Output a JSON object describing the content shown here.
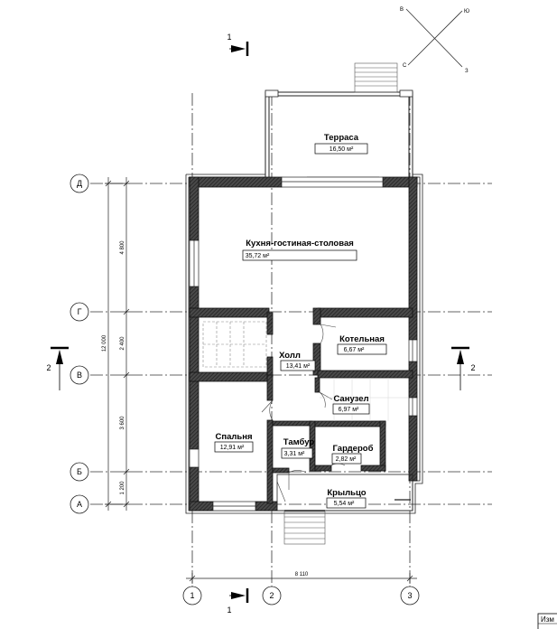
{
  "compass": {
    "n": "С",
    "s": "Ю",
    "w": "З",
    "e": "В"
  },
  "rooms": [
    {
      "id": "terrace",
      "name": "Терраса",
      "area": "16,50 м²"
    },
    {
      "id": "kitchen",
      "name": "Кухня-гостиная-столовая",
      "area": "35,72 м²"
    },
    {
      "id": "boiler",
      "name": "Котельная",
      "area": "6,67 м²"
    },
    {
      "id": "hall",
      "name": "Холл",
      "area": "13,41 м²"
    },
    {
      "id": "bathroom",
      "name": "Санузел",
      "area": "6,97 м²"
    },
    {
      "id": "bedroom",
      "name": "Спальня",
      "area": "12,91 м²"
    },
    {
      "id": "vestibule",
      "name": "Тамбур",
      "area": "3,31 м²"
    },
    {
      "id": "wardrobe",
      "name": "Гардероб",
      "area": "2,82 м²"
    },
    {
      "id": "porch",
      "name": "Крыльцо",
      "area": "5,54 м²"
    }
  ],
  "axes_letters": [
    "Д",
    "Г",
    "В",
    "Б",
    "А"
  ],
  "axes_numbers": [
    "1",
    "2",
    "3"
  ],
  "dimensions_vertical": [
    "4 800",
    "2 400",
    "3 600",
    "1 200"
  ],
  "dimension_total_vertical": "12 000",
  "dimension_total_horizontal": "8 110",
  "section_marks": [
    "1",
    "1",
    "2",
    "2"
  ],
  "title_block_label": "Изм"
}
